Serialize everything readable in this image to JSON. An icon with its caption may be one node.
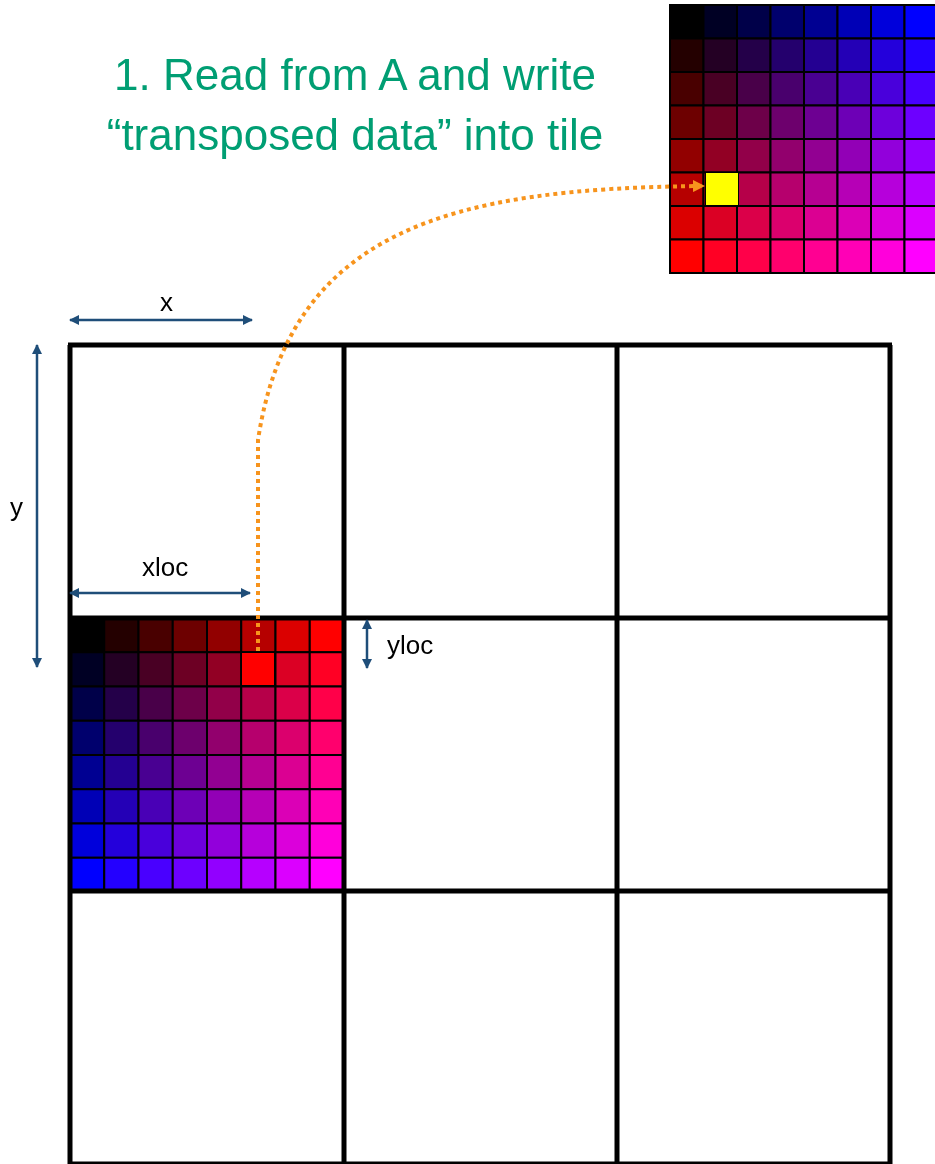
{
  "diagram": {
    "title": "1. Read from A and write “transposed data” into tile",
    "nodes": [
      {
        "text": [],
        "shape": "box"
      },
      {
        "text": [],
        "shape": "box"
      }
    ],
    "edges": [
      {
        "from": 0,
        "to": 1,
        "arrow": "to",
        "style": "dashed",
        "color": "#f7941d"
      }
    ],
    "labels": [
      "x",
      "y",
      "xloc",
      "yloc"
    ]
  }
}
